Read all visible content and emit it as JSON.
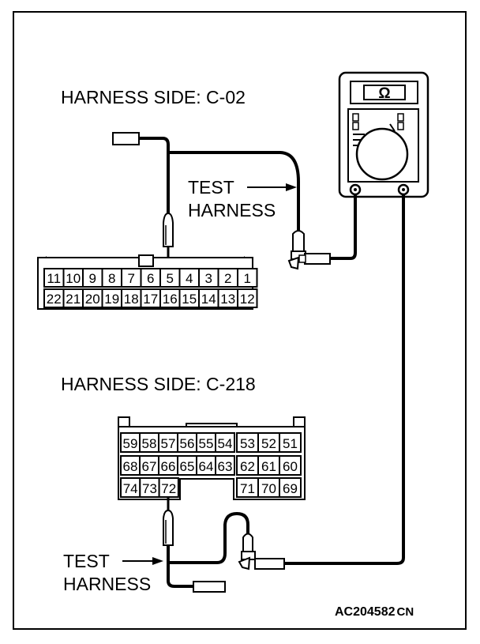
{
  "diagram": {
    "connector_c02": {
      "title": "HARNESS SIDE: C-02",
      "top_row": [
        "11",
        "10",
        "9",
        "8",
        "7",
        "6",
        "5",
        "4",
        "3",
        "2",
        "1"
      ],
      "bottom_row": [
        "22",
        "21",
        "20",
        "19",
        "18",
        "17",
        "16",
        "15",
        "14",
        "13",
        "12"
      ]
    },
    "connector_c218": {
      "title": "HARNESS SIDE: C-218",
      "row1": [
        "59",
        "58",
        "57",
        "56",
        "55",
        "54",
        "53",
        "52",
        "51"
      ],
      "row2": [
        "68",
        "67",
        "66",
        "65",
        "64",
        "63",
        "62",
        "61",
        "60"
      ],
      "row3_left": [
        "74",
        "73",
        "72"
      ],
      "row3_right": [
        "71",
        "70",
        "69"
      ]
    },
    "test_harness_top": {
      "line1": "TEST",
      "line2": "HARNESS"
    },
    "test_harness_bottom": {
      "line1": "TEST",
      "line2": "HARNESS"
    },
    "meter_symbol": "Ω",
    "figure_code": "AC204582",
    "figure_suffix": "CN"
  }
}
